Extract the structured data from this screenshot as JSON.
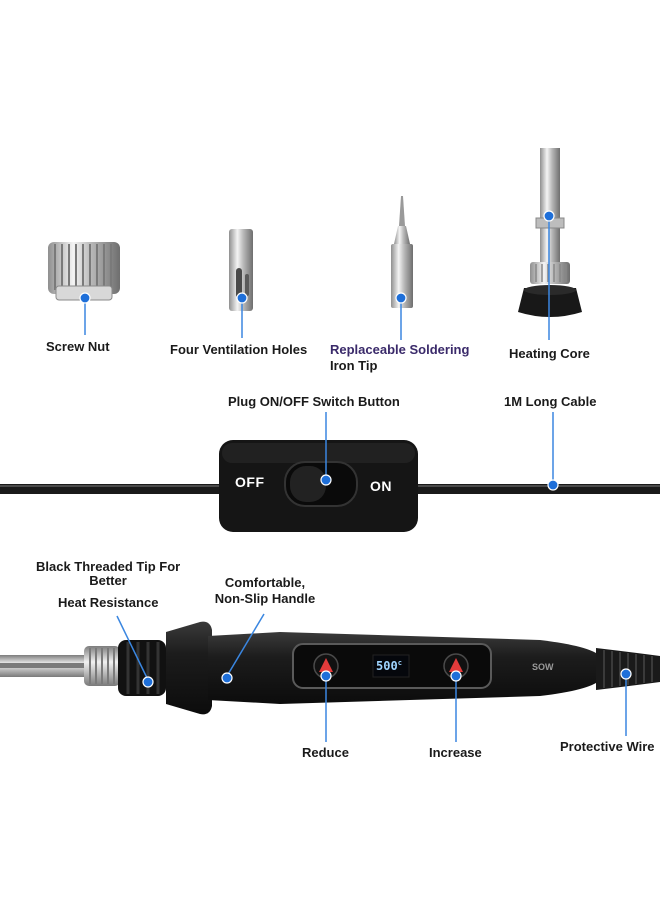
{
  "labels": {
    "screw_nut": "Screw Nut",
    "ventilation": "Four Ventilation Holes",
    "tip_line1": "Replaceable Soldering",
    "tip_line2": "Iron Tip",
    "heating_core": "Heating Core",
    "switch": "Plug ON/OFF Switch Button",
    "cable": "1M Long Cable",
    "black_tip_line1": "Black Threaded Tip For",
    "black_tip_line2": "Better",
    "black_tip_line3": "Heat Resistance",
    "handle_line1": "Comfortable,",
    "handle_line2": "Non-Slip Handle",
    "reduce": "Reduce",
    "increase": "Increase",
    "protective_wire": "Protective Wire"
  },
  "switch": {
    "off": "OFF",
    "on": "ON"
  },
  "display": {
    "temperature": "500",
    "unit": "c"
  },
  "brand": {
    "power": "SOW"
  },
  "colors": {
    "marker": "#1e6fd9",
    "leader": "#3a86e0",
    "body": "#1b1b1b",
    "metal": "#c9c9c9"
  }
}
